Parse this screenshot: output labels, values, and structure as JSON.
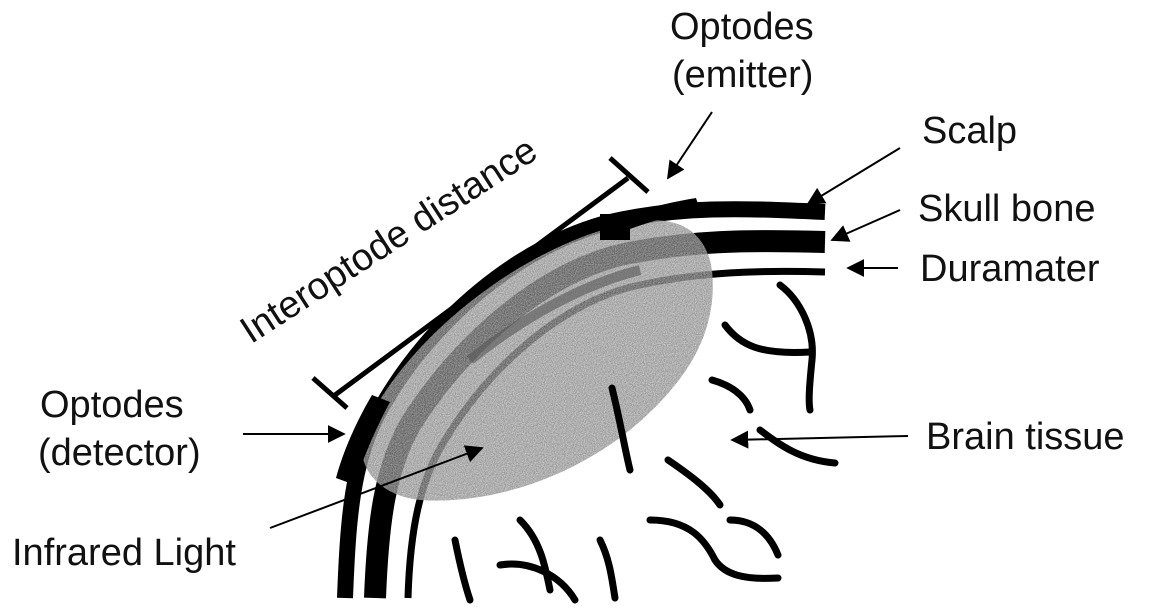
{
  "labels": {
    "interoptode_distance": "Interoptode distance",
    "emitter_line1": "Optodes",
    "emitter_line2": "(emitter)",
    "scalp": "Scalp",
    "skull_bone": "Skull bone",
    "duramater": "Duramater",
    "detector_line1": "Optodes",
    "detector_line2": "(detector)",
    "brain_tissue": "Brain tissue",
    "infrared_light": "Infrared Light"
  },
  "colors": {
    "ink": "#000000",
    "infrared_light": "#b4b4b4",
    "background": "#ffffff"
  }
}
